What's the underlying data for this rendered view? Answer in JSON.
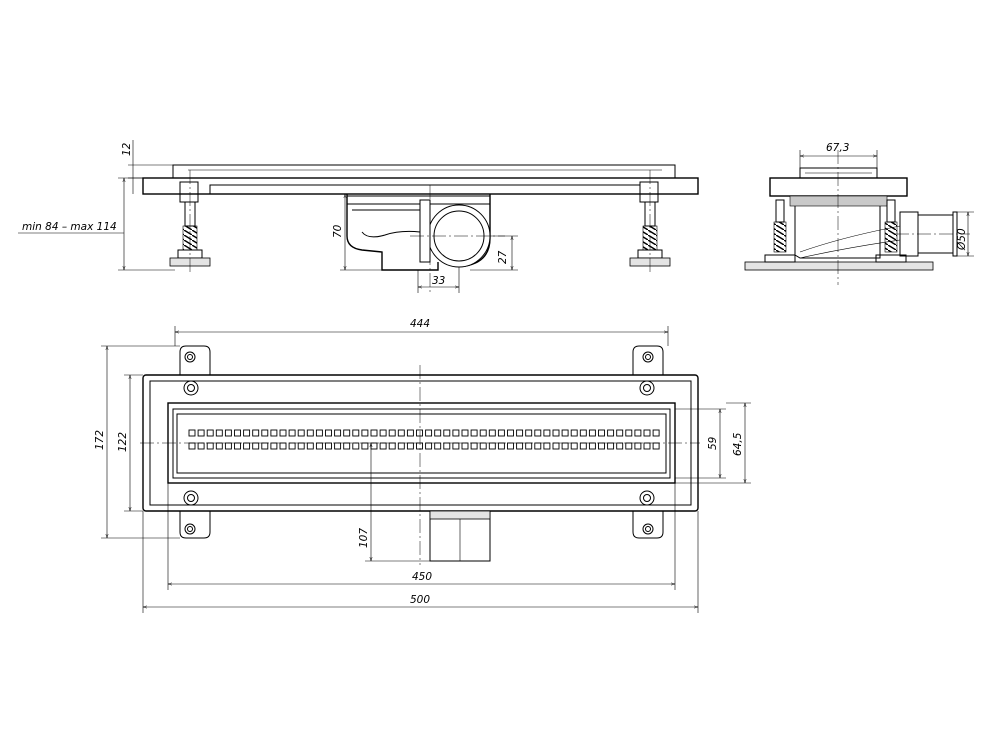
{
  "drawing": {
    "side_view": {
      "dim_height_adjust": "min 84 – max 114",
      "dim_frame": "12",
      "dim_body_height": "70",
      "dim_outlet_height": "27",
      "dim_outlet_width": "33"
    },
    "end_view": {
      "dim_body_width": "67,3",
      "dim_outlet_diameter": "Ø50"
    },
    "plan_view": {
      "dim_feet_span": "444",
      "dim_grate_length": "450",
      "dim_overall_length": "500",
      "dim_overall_width": "172",
      "dim_frame_width": "122",
      "dim_grate_width": "59",
      "dim_channel_width": "64,5",
      "dim_outlet_offset": "107"
    }
  }
}
